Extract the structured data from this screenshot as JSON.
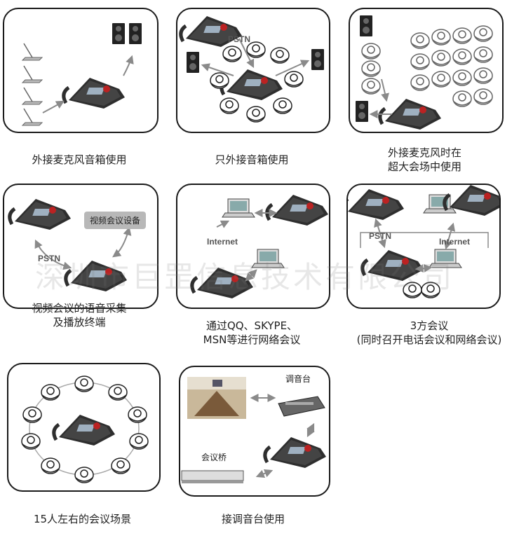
{
  "watermark": "深圳市巨罡信息技术有限公司",
  "panels": [
    {
      "caption": [
        "外接麦克风音箱使用"
      ]
    },
    {
      "caption": [
        "只外接音箱使用"
      ],
      "labels": {
        "pstn": "PSTN"
      }
    },
    {
      "caption": [
        "外接麦克风时在",
        "超大会场中使用"
      ]
    },
    {
      "caption": [
        "视频会议的语音采集",
        "及播放终端"
      ],
      "labels": {
        "pstn": "PSTN",
        "device": "视频会议设备"
      }
    },
    {
      "caption": [
        "通过QQ、SKYPE、",
        "MSN等进行网络会议"
      ],
      "labels": {
        "internet": "Internet"
      }
    },
    {
      "caption": [
        "3方会议",
        "(同时召开电话会议和网络会议)"
      ],
      "labels": {
        "pstn": "PSTN",
        "internet": "Internet"
      }
    },
    {
      "caption": [
        "15人左右的会议场景"
      ]
    },
    {
      "caption": [
        "接调音台使用"
      ],
      "labels": {
        "mixer": "调音台",
        "bridge": "会议桥"
      }
    }
  ],
  "colors": {
    "border": "#1a1a1a",
    "phone": "#2e2e2e",
    "arrow": "#8a8a8a",
    "device_box": "#b8b8b8"
  }
}
